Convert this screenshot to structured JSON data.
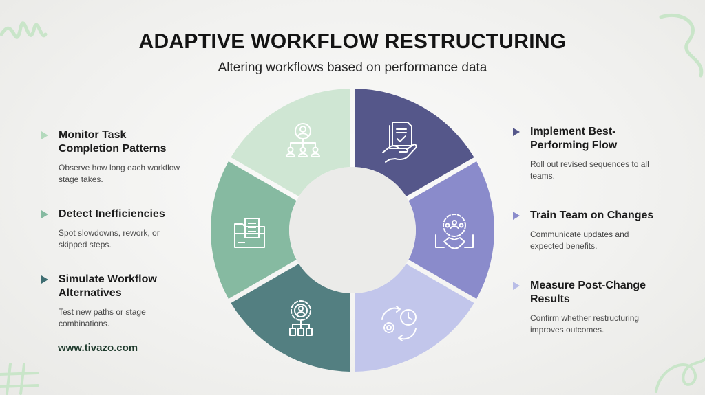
{
  "title": "ADAPTIVE WORKFLOW RESTRUCTURING",
  "subtitle": "Altering workflows based on performance data",
  "website": "www.tivazo.com",
  "colors": {
    "seg_top_left": "#cfe6d3",
    "seg_mid_left": "#86baa1",
    "seg_bottom_left": "#537f81",
    "seg_top_right": "#55578a",
    "seg_mid_right": "#8a8bcb",
    "seg_bottom_right": "#c2c6eb",
    "deco_green": "#c9e5c9"
  },
  "left_items": [
    {
      "title": "Monitor Task Completion Patterns",
      "desc": "Observe how long each workflow stage takes.",
      "arrow_color": "#b3d9bc",
      "icon": "org-chart-icon"
    },
    {
      "title": "Detect Inefficiencies",
      "desc": "Spot slowdowns, rework, or skipped steps.",
      "arrow_color": "#86baa1",
      "icon": "folder-documents-icon"
    },
    {
      "title": "Simulate Workflow Alternatives",
      "desc": "Test new paths or stage combinations.",
      "arrow_color": "#3f6e72",
      "icon": "gear-person-icon"
    }
  ],
  "right_items": [
    {
      "title": "Implement Best-Performing Flow",
      "desc": "Roll out revised sequences to all teams.",
      "arrow_color": "#55578a",
      "icon": "document-hand-icon"
    },
    {
      "title": "Train Team on Changes",
      "desc": "Communicate updates and expected benefits.",
      "arrow_color": "#8a8bcb",
      "icon": "team-handshake-icon"
    },
    {
      "title": "Measure Post-Change Results",
      "desc": "Confirm whether restructuring improves outcomes.",
      "arrow_color": "#b9bde7",
      "icon": "cycle-clock-icon"
    }
  ]
}
